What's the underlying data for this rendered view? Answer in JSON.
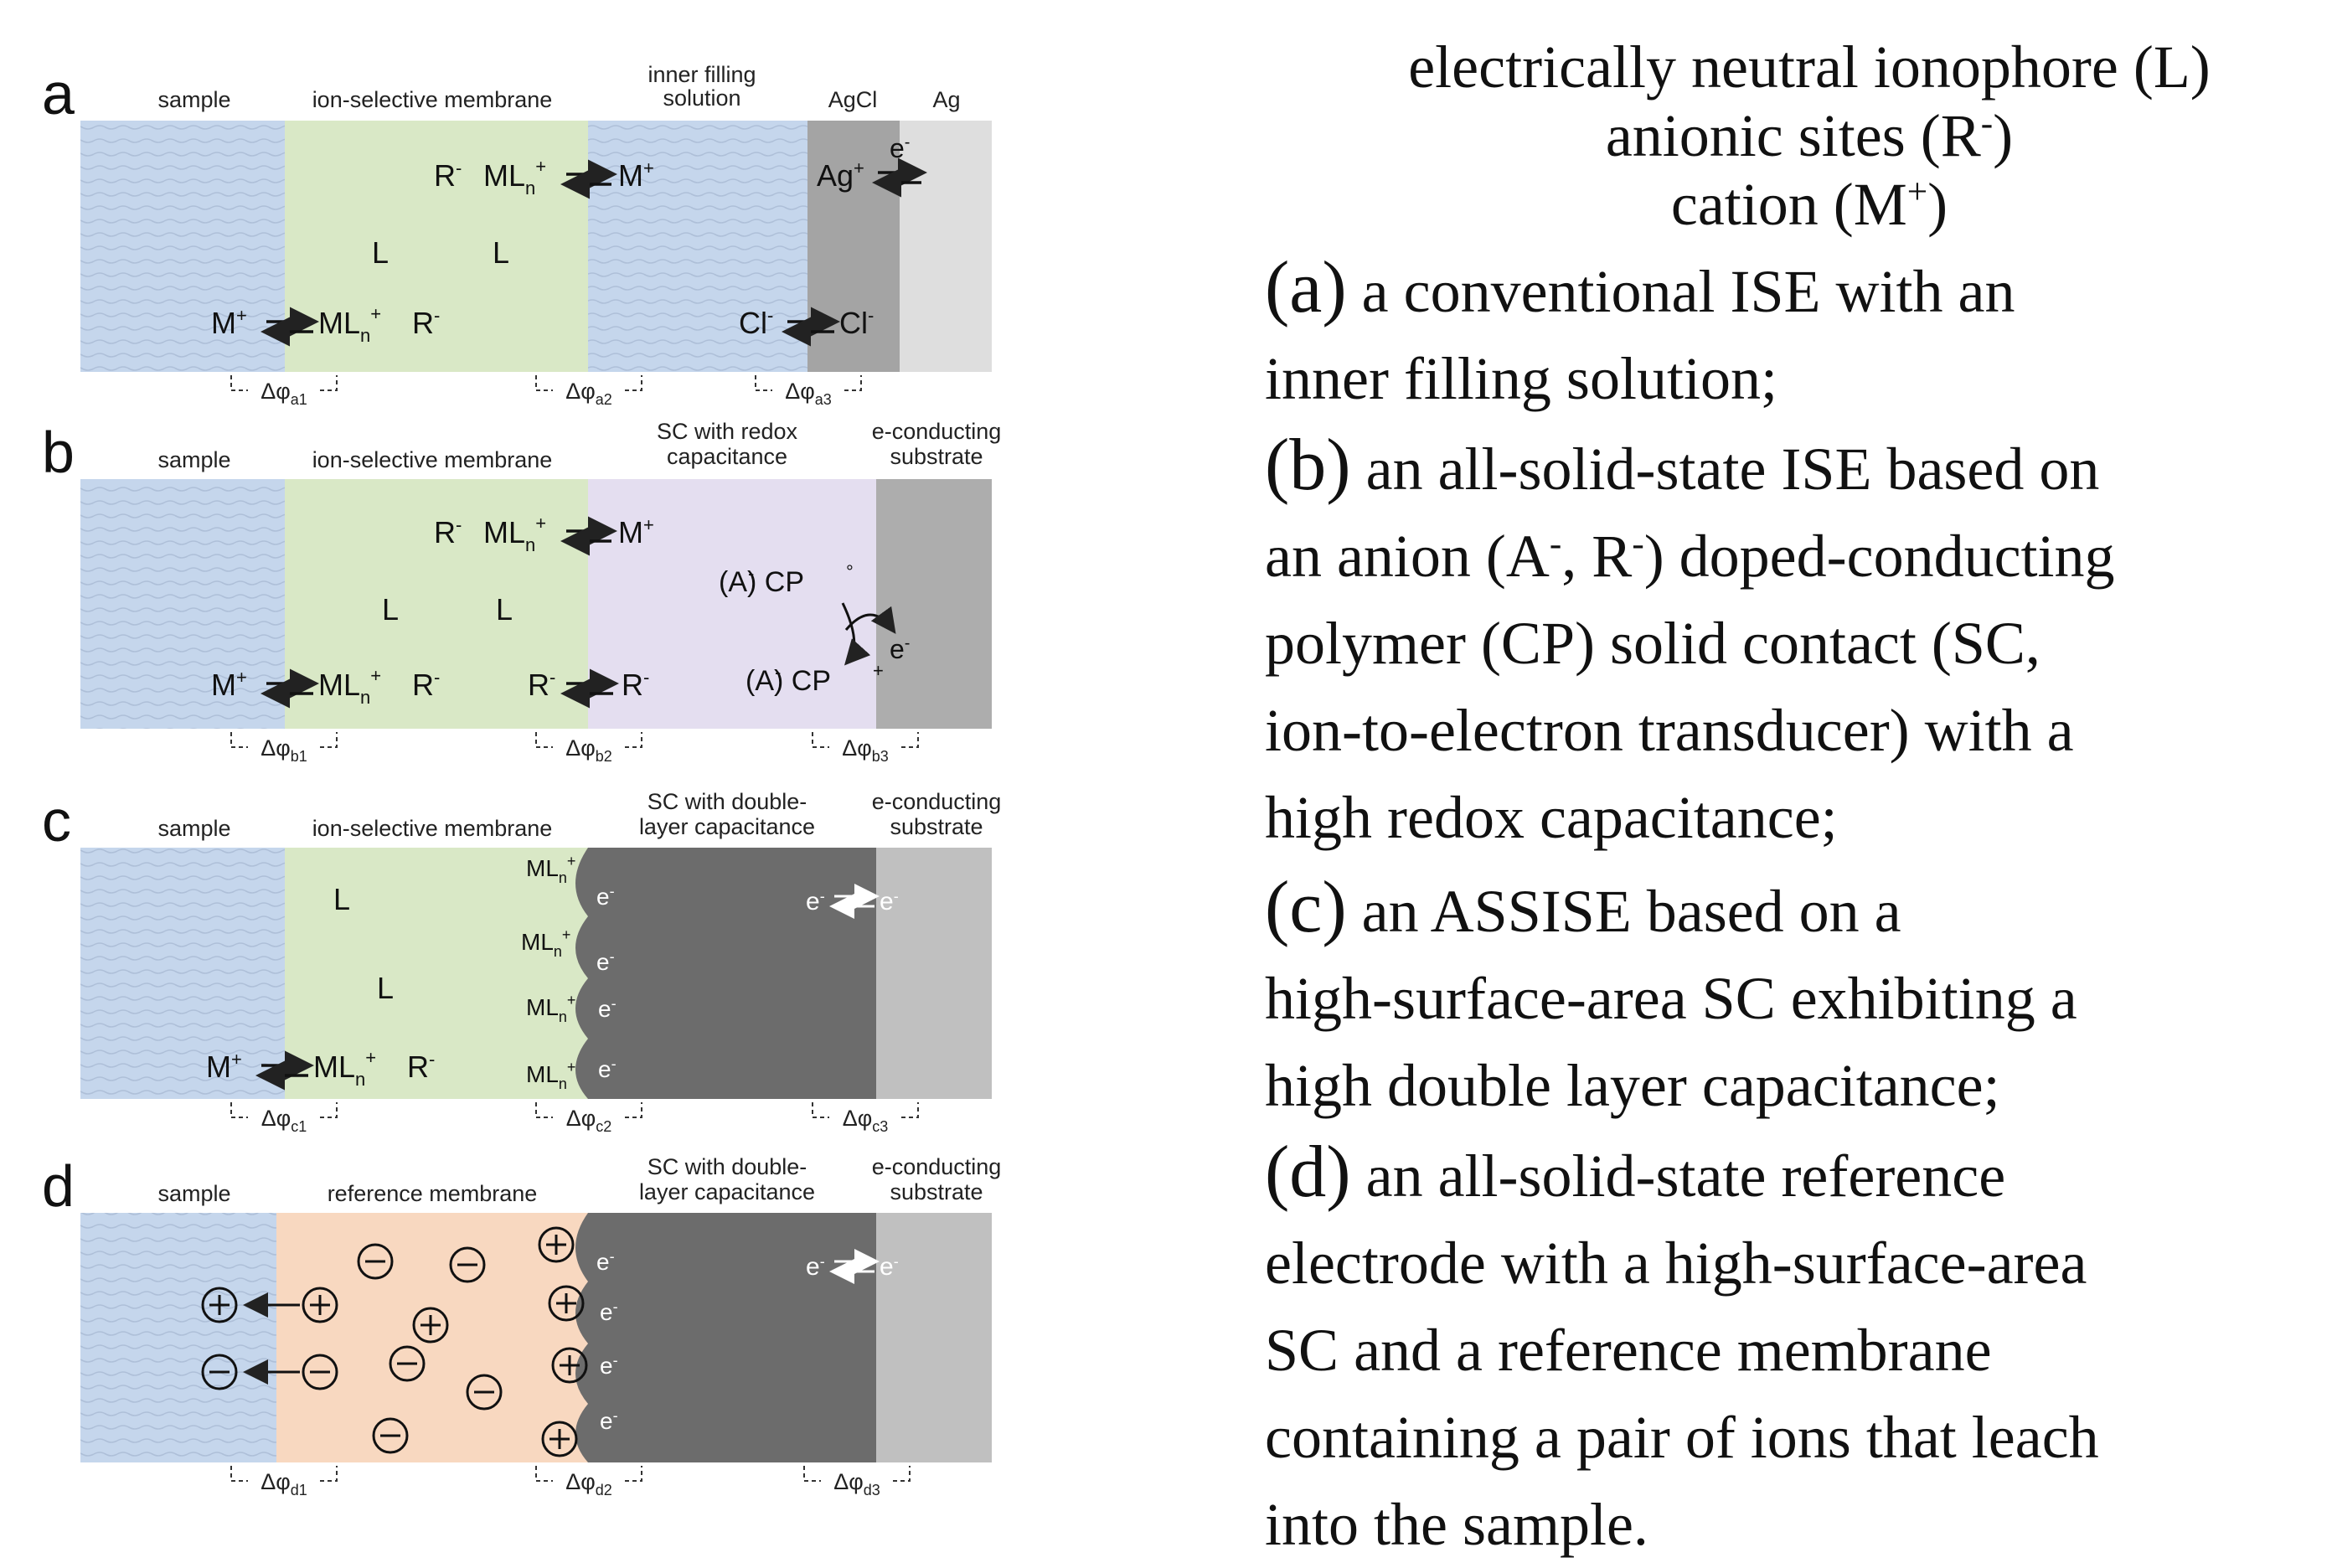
{
  "colors": {
    "sample": "#c5d6ec",
    "membrane": "#d9e8c6",
    "reference_membrane": "#f8d8c0",
    "redox_sc": "#e4def0",
    "agcl": "#a4a4a4",
    "ag": "#dedede",
    "double_layer_sc": "#6c6c6c",
    "substrate_b": "#adadad",
    "substrate_cd": "#c0c0c0"
  },
  "legend": {
    "line1": {
      "pre": "electrically neutral ionophore (L)"
    },
    "line2": {
      "pre": "anionic sites (R",
      "sup": "-",
      "post": ")"
    },
    "line3": {
      "pre": "cation (M",
      "sup": "+",
      "post": ")"
    }
  },
  "captions": {
    "a": {
      "tag": "(a)",
      "line1": "a conventional ISE with an",
      "line2": "inner filling solution;"
    },
    "b": {
      "tag": "(b)",
      "line1": "an all-solid-state ISE based on",
      "line2_a": "an anion (A",
      "line2_sup1": "-",
      "line2_b": ", R",
      "line2_sup2": "-",
      "line2_c": ") doped-conducting",
      "line3": "polymer (CP) solid contact (SC,",
      "line4": "ion-to-electron transducer) with a",
      "line5": "high redox capacitance;"
    },
    "c": {
      "tag": "(c)",
      "line1": "an ASSISE based on a",
      "line2": "high-surface-area SC exhibiting a",
      "line3": "high double layer capacitance;"
    },
    "d": {
      "tag": "(d)",
      "line1": "an all-solid-state reference",
      "line2": "electrode with a high-surface-area",
      "line3": "SC and a reference membrane",
      "line4": "containing a pair of ions that leach",
      "line5": "into the sample."
    }
  },
  "panels": {
    "a": {
      "letter": "a",
      "labels": {
        "sample": "sample",
        "membrane": "ion-selective membrane",
        "inner1": "inner filling",
        "inner2": "solution",
        "agcl": "AgCl",
        "ag": "Ag"
      },
      "species": {
        "r1": "R",
        "ml1": "ML",
        "ml1_sub": "n",
        "m1": "M",
        "l1": "L",
        "l2": "L",
        "m2": "M",
        "ml2": "ML",
        "ml2_sub": "n",
        "r2": "R",
        "ag_ion": "Ag",
        "e": "e",
        "cl1": "Cl",
        "cl2": "Cl"
      },
      "potentials": {
        "p1": "a1",
        "p2": "a2",
        "p3": "a3"
      }
    },
    "b": {
      "letter": "b",
      "labels": {
        "sample": "sample",
        "membrane": "ion-selective membrane",
        "sc1": "SC with redox",
        "sc2": "capacitance",
        "sub1": "e-conducting",
        "sub2": "substrate"
      },
      "species": {
        "r1": "R",
        "ml1": "ML",
        "ml1_sub": "n",
        "m1": "M",
        "l1": "L",
        "l2": "L",
        "m2": "M",
        "ml2": "ML",
        "ml2_sub": "n",
        "r2": "R",
        "r3": "R",
        "r4": "R",
        "cp0": "(A) CP",
        "cpplus": "(A) CP",
        "e": "e"
      },
      "potentials": {
        "p1": "b1",
        "p2": "b2",
        "p3": "b3"
      }
    },
    "c": {
      "letter": "c",
      "labels": {
        "sample": "sample",
        "membrane": "ion-selective membrane",
        "sc1": "SC with double-",
        "sc2": "layer capacitance",
        "sub1": "e-conducting",
        "sub2": "substrate"
      },
      "species": {
        "l1": "L",
        "l2": "L",
        "m": "M",
        "ml": "ML",
        "ml_sub": "n",
        "r": "R",
        "mli": "ML",
        "mli_sub": "n",
        "e": "e"
      },
      "potentials": {
        "p1": "c1",
        "p2": "c2",
        "p3": "c3"
      }
    },
    "d": {
      "letter": "d",
      "labels": {
        "sample": "sample",
        "membrane": "reference membrane",
        "sc1": "SC with double-",
        "sc2": "layer capacitance",
        "sub1": "e-conducting",
        "sub2": "substrate"
      },
      "species": {
        "e": "e"
      },
      "potentials": {
        "p1": "d1",
        "p2": "d2",
        "p3": "d3"
      }
    }
  }
}
